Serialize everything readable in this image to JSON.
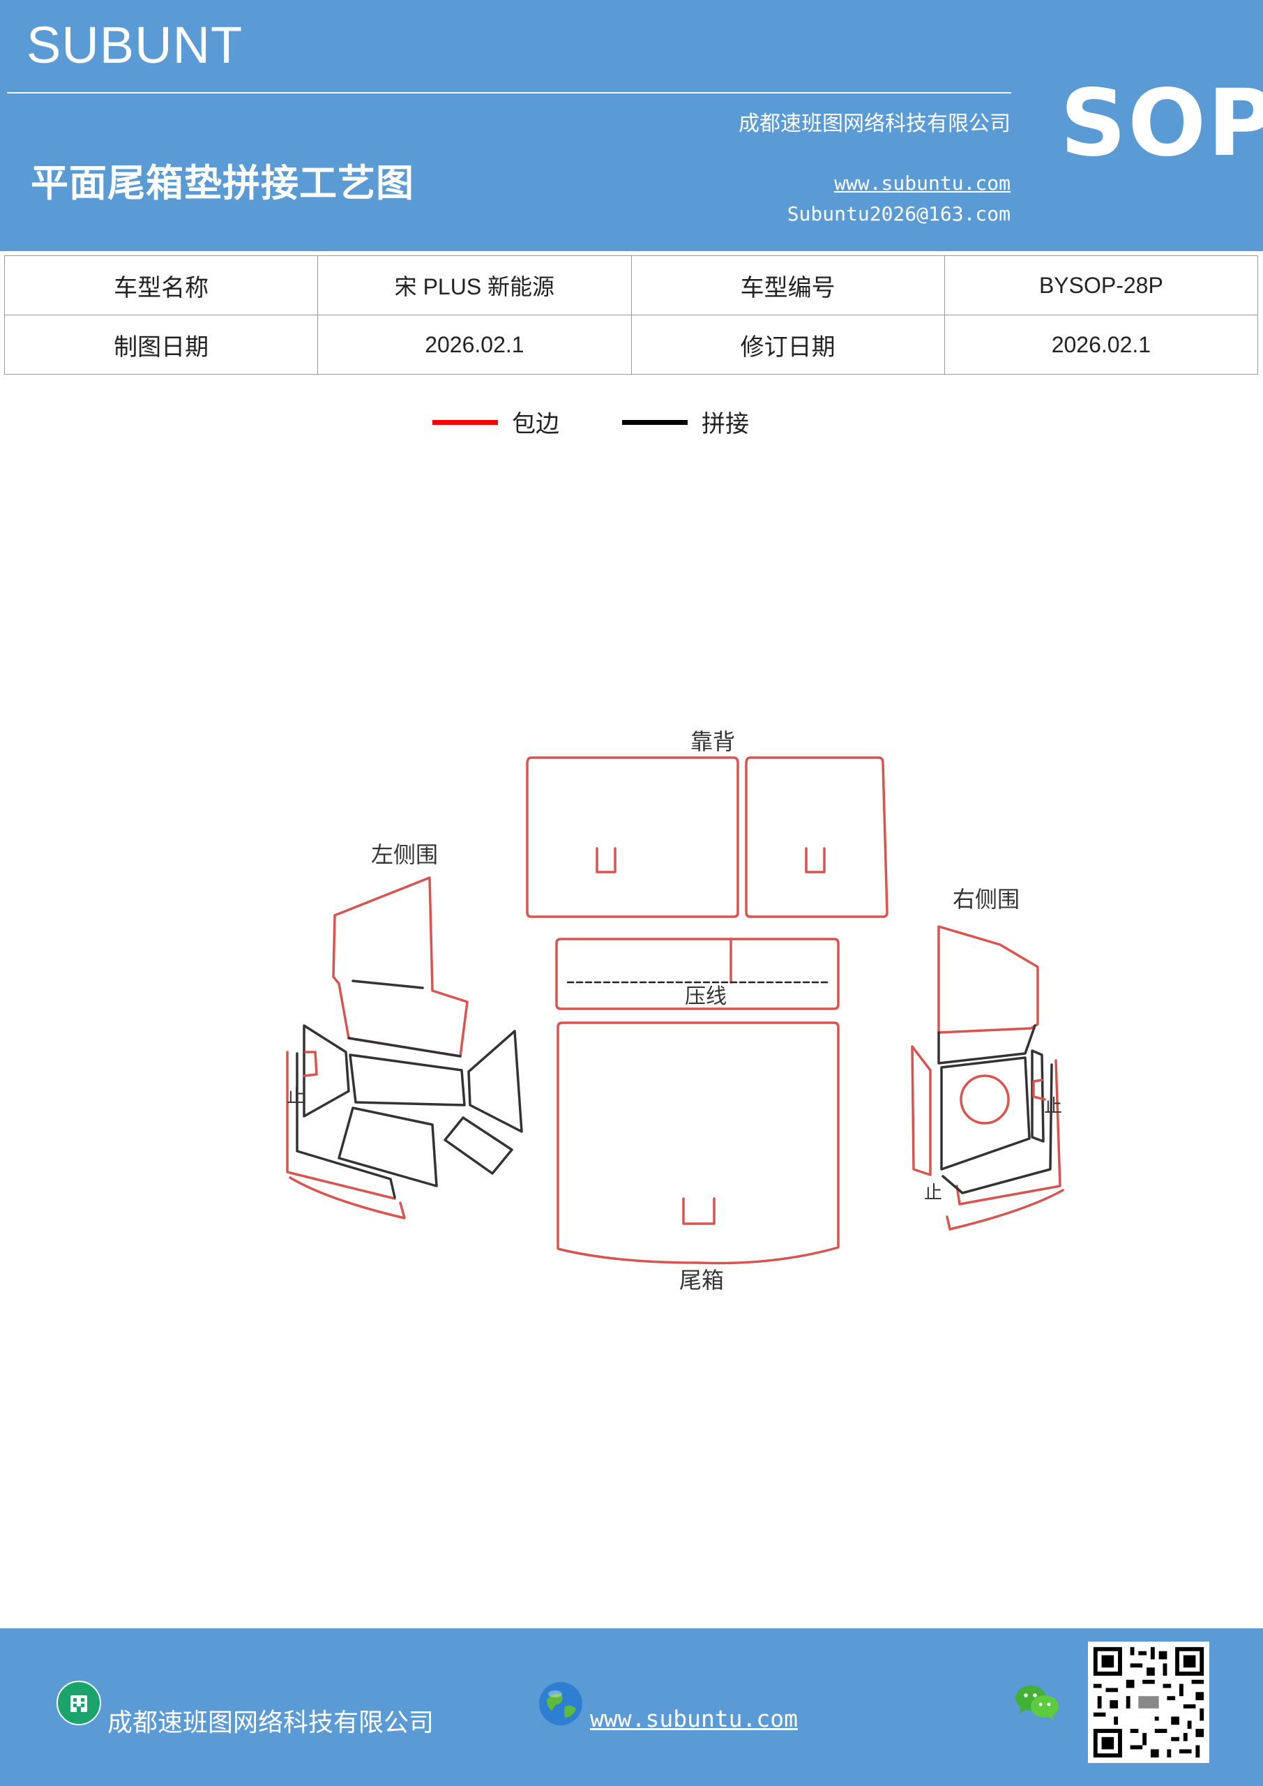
{
  "header": {
    "brand": "SUBUNT",
    "company": "成都速班图网络科技有限公司",
    "title": "平面尾箱垫拼接工艺图",
    "website": "www.subuntu.com",
    "email": "Subuntu2026@163.com",
    "mark": "SOP"
  },
  "info_table": {
    "rows": [
      [
        "车型名称",
        "宋 PLUS 新能源",
        "车型编号",
        "BYSOP-28P"
      ],
      [
        "制图日期",
        "2026.02.1",
        "修订日期",
        "2026.02.1"
      ]
    ]
  },
  "legend": {
    "items": [
      {
        "label": "包边",
        "color": "#ff0000"
      },
      {
        "label": "拼接",
        "color": "#000000"
      }
    ]
  },
  "diagram": {
    "labels": {
      "backrest": "靠背",
      "left_side": "左侧围",
      "right_side": "右侧围",
      "press_line": "压线",
      "trunk": "尾箱",
      "stop_mark": "止"
    },
    "colors": {
      "edge": "#d9534f",
      "seam": "#333333"
    }
  },
  "footer": {
    "company": "成都速班图网络科技有限公司",
    "website": "www.subuntu.com",
    "icons": [
      "building-icon",
      "globe-icon",
      "wechat-icon",
      "qr-code"
    ]
  }
}
